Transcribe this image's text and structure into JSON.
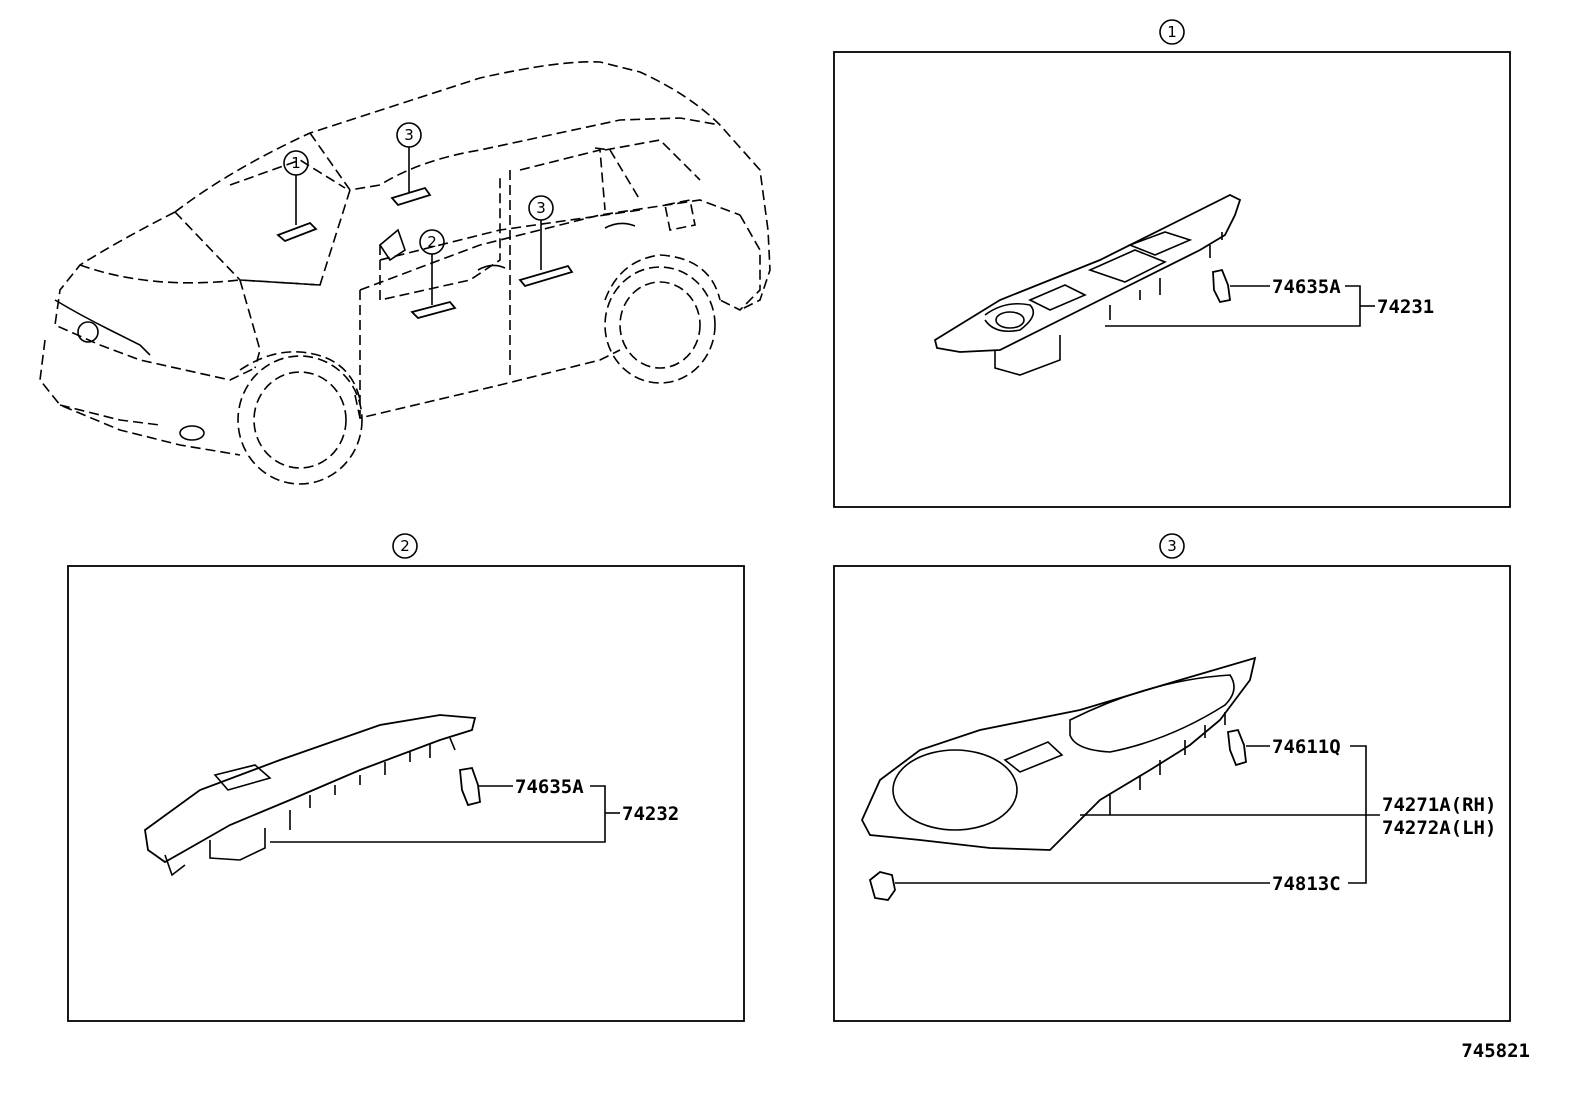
{
  "diagram_id": "745821",
  "callouts": {
    "one": "1",
    "two": "2",
    "three": "3"
  },
  "panel1": {
    "callout": "1",
    "part_clip": "74635A",
    "part_assy": "74231"
  },
  "panel2": {
    "callout": "2",
    "part_clip": "74635A",
    "part_assy": "74232"
  },
  "panel3": {
    "callout": "3",
    "part_clip": "74611Q",
    "part_rh": "74271A(RH)",
    "part_lh": "74272A(LH)",
    "part_retainer": "74813C"
  }
}
